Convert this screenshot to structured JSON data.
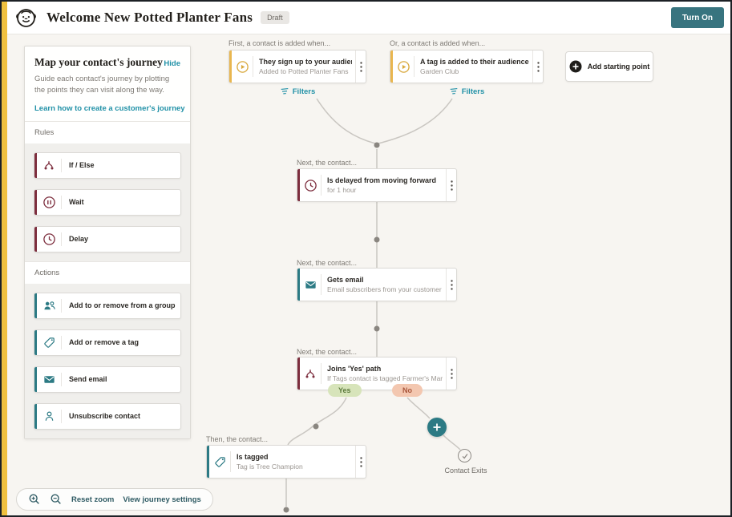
{
  "header": {
    "title": "Welcome New Potted Planter Fans",
    "draft_badge": "Draft",
    "turn_on_label": "Turn On"
  },
  "sidebar": {
    "title": "Map your contact's journey",
    "hide_label": "Hide",
    "description": "Guide each contact's journey by plotting the points they can visit along the way.",
    "learn_link": "Learn how to create a customer's journey",
    "rules_label": "Rules",
    "rules": [
      {
        "label": "If / Else",
        "icon": "branch-icon"
      },
      {
        "label": "Wait",
        "icon": "pause-icon"
      },
      {
        "label": "Delay",
        "icon": "clock-icon"
      }
    ],
    "actions_label": "Actions",
    "actions": [
      {
        "label": "Add to or remove from a group",
        "icon": "group-icon"
      },
      {
        "label": "Add or remove a tag",
        "icon": "tag-icon"
      },
      {
        "label": "Send email",
        "icon": "envelope-icon"
      },
      {
        "label": "Unsubscribe contact",
        "icon": "person-icon"
      }
    ]
  },
  "zoom_controls": {
    "reset_label": "Reset zoom",
    "settings_label": "View journey settings"
  },
  "canvas": {
    "starting_points": [
      {
        "label": "First, a contact is added when...",
        "title": "They sign up to your audience",
        "subtitle": "Added to Potted Planter Fans",
        "filters_label": "Filters"
      },
      {
        "label": "Or, a contact is added when...",
        "title": "A tag is added to their audience data",
        "subtitle": "Garden Club",
        "filters_label": "Filters"
      }
    ],
    "add_starting_point_label": "Add starting point",
    "nodes": [
      {
        "label": "Next, the contact...",
        "title": "Is delayed from moving forward",
        "subtitle": "for 1 hour",
        "accent": "maroon",
        "icon": "clock-icon"
      },
      {
        "label": "Next, the contact...",
        "title": "Gets email",
        "subtitle": "Email subscribers from your customer j...",
        "accent": "teal",
        "icon": "envelope-icon"
      },
      {
        "label": "Next, the contact...",
        "title": "Joins 'Yes' path",
        "subtitle": "If Tags contact is tagged Farmer's Market",
        "accent": "maroon",
        "icon": "branch-icon"
      },
      {
        "label": "Then, the contact...",
        "title": "Is tagged",
        "subtitle": "Tag is Tree Champion",
        "accent": "teal",
        "icon": "tag-icon"
      }
    ],
    "branch": {
      "yes_label": "Yes",
      "no_label": "No"
    },
    "contact_exits_label": "Contact Exits"
  },
  "colors": {
    "teal_accent": "#2c7a84",
    "link_teal": "#2191a7",
    "maroon_accent": "#7d2e3e",
    "amber_accent": "#e9b64f",
    "yellow_strip": "#efc03f",
    "yes_pill_bg": "#d7e4ba",
    "no_pill_bg": "#f3c7b0",
    "canvas_bg": "#f7f5f1"
  }
}
